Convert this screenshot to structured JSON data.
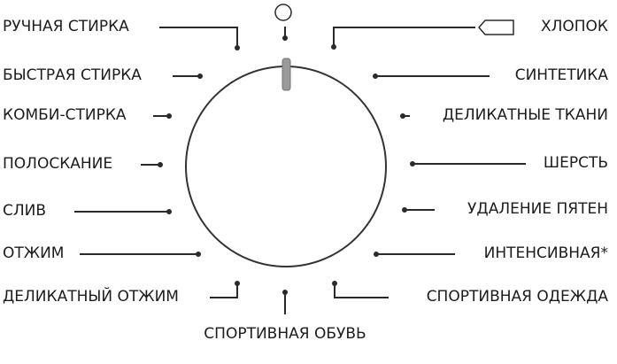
{
  "programs_left": [
    {
      "label": "РУЧНАЯ СТИРКА"
    },
    {
      "label": "БЫСТРАЯ СТИРКА"
    },
    {
      "label": "КОМБИ-СТИРКА"
    },
    {
      "label": "ПОЛОСКАНИЕ"
    },
    {
      "label": "СЛИВ"
    },
    {
      "label": "ОТЖИМ"
    },
    {
      "label": "ДЕЛИКАТНЫЙ ОТЖИМ"
    }
  ],
  "programs_right": [
    {
      "label": "ХЛОПОК"
    },
    {
      "label": "СИНТЕТИКА"
    },
    {
      "label": "ДЕЛИКАТНЫЕ ТКАНИ"
    },
    {
      "label": "ШЕРСТЬ"
    },
    {
      "label": "УДАЛЕНИЕ ПЯТЕН"
    },
    {
      "label": "ИНТЕНСИВНАЯ*"
    },
    {
      "label": "СПОРТИВНАЯ ОДЕЖДА"
    }
  ],
  "program_bottom": {
    "label": "СПОРТИВНАЯ ОБУВЬ"
  },
  "icons": {
    "top": "power-off-icon",
    "cotton": "tag-icon"
  },
  "colors": {
    "line": "#2a2a2a",
    "knob_indicator": "#9a9a9a"
  }
}
